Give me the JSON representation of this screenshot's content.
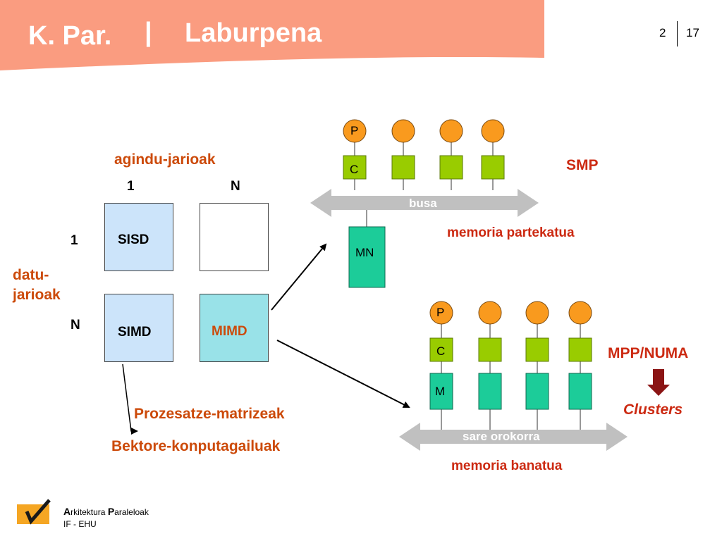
{
  "header": {
    "left": "K. Par.",
    "separator": "|",
    "title": "Laburpena"
  },
  "page": {
    "current": "2",
    "total": "17"
  },
  "taxonomy": {
    "instruction_label": "agindu-jarioak",
    "data_label": "datu-\njarioak",
    "col1": "1",
    "colN": "N",
    "row1": "1",
    "rowN": "N",
    "sisd": "SISD",
    "simd": "SIMD",
    "mimd": "MIMD",
    "misd": ""
  },
  "smp": {
    "title": "SMP",
    "processor_label": "P",
    "cache_label": "C",
    "bus_label": "busa",
    "memory_label": "MN",
    "caption": "memoria partekatua"
  },
  "mpp": {
    "title": "MPP/NUMA",
    "subtitle": "Clusters",
    "processor_label": "P",
    "cache_label": "C",
    "memory_label": "M",
    "network_label": "sare orokorra",
    "caption": "memoria banatua"
  },
  "simd_notes": {
    "arrays": "Prozesatze-matrizeak",
    "vectors": "Bektore-konputagailuak"
  },
  "footer": {
    "line1_a": "A",
    "line1_b": "rkitektura ",
    "line1_c": "P",
    "line1_d": "araleloak",
    "line2": "IF - EHU"
  },
  "colors": {
    "header": "#fa9c80",
    "processor": "#f99a1e",
    "cache": "#99cc00",
    "memory": "#1ccc99",
    "bus": "#c0c0c0",
    "orange_text": "#cc4a0a",
    "red_text": "#cc2a12",
    "dark_red": "#8b1414",
    "box_blue": "#cce4fa",
    "box_cyan": "#99e2e8"
  },
  "icons": [
    "checkmark-logo-icon",
    "down-arrow-icon"
  ]
}
